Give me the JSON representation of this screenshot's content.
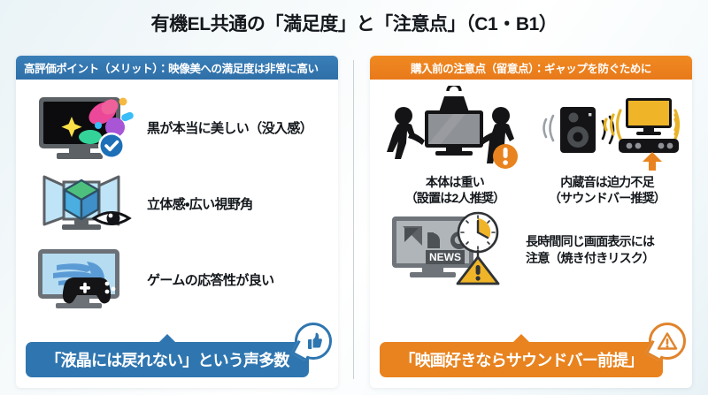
{
  "title": "有機EL共通の「満足度」と「注意点」（C1・B1）",
  "colors": {
    "merit_accent": "#2f76b0",
    "caution_accent": "#e8831f",
    "page_bg": "#f2f8fb",
    "panel_bg": "#ffffff",
    "text": "#14181c"
  },
  "left_panel": {
    "header": "高評価ポイント（メリット）：映像美への満足度は非常に高い",
    "features": [
      {
        "icon": "tv-colorful-check-icon",
        "label": "黒が本当に美しい（没入感）"
      },
      {
        "icon": "tv-cube-eye-icon",
        "label": "立体感・広い視野角"
      },
      {
        "icon": "tv-gamepad-icon",
        "label": "ゲームの応答性が良い"
      }
    ],
    "banner": {
      "text": "「液晶には戻れない」という声多数",
      "badge_icon": "thumbs-up-icon"
    }
  },
  "right_panel": {
    "header": "購入前の注意点（留意点）：ギャップを防ぐために",
    "cautions": [
      {
        "icon": "two-people-carrying-tv-icon",
        "text_line1": "本体は重い",
        "text_line2": "（設置は2人推奨）"
      },
      {
        "icon": "speaker-soundbar-tv-icon",
        "text_line1": "内蔵音は迫力不足",
        "text_line2": "（サウンドバー推奨）"
      }
    ],
    "caution_wide": {
      "icon": "tv-news-clock-warning-icon",
      "text_line1": "長時間同じ画面表示には",
      "text_line2": "注意（焼き付きリスク）"
    },
    "banner": {
      "text": "「映画好きならサウンドバー前提」",
      "badge_icon": "warning-triangle-icon"
    }
  }
}
